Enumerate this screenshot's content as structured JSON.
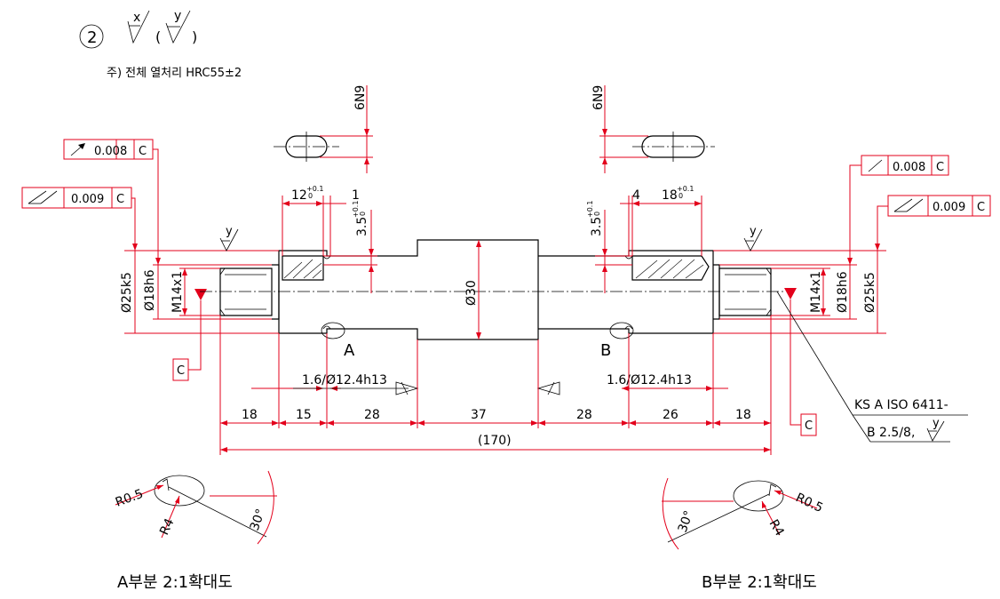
{
  "header": {
    "symbol_number": "2",
    "surface_x": "x",
    "surface_y": "y",
    "paren_open": "(",
    "paren_close": ")",
    "note": "주) 전체 열처리 HRC55±2"
  },
  "keyways": {
    "left_width": "6N9",
    "right_width": "6N9"
  },
  "tolerances": {
    "left_runout": {
      "value": "0.008",
      "datum": "C"
    },
    "left_total_runout": {
      "value": "0.009",
      "datum": "C"
    },
    "right_runout": {
      "value": "0.008",
      "datum": "C"
    },
    "right_total_runout": {
      "value": "0.009",
      "datum": "C"
    },
    "datum_left": "C",
    "datum_right": "C"
  },
  "dims": {
    "left_keyway_len": "12",
    "left_keyway_len_tol": "+0.1",
    "left_keyway_len_tol2": "0",
    "left_keyway_offset": "1",
    "left_keyway_depth": "3.5",
    "left_keyway_depth_tol": "+0.1",
    "left_keyway_depth_tol2": "0",
    "right_keyway_depth": "3.5",
    "right_keyway_depth_tol": "+0.1",
    "right_keyway_depth_tol2": "0",
    "right_keyway_offset": "4",
    "right_keyway_len": "18",
    "right_keyway_len_tol": "+0.1",
    "right_keyway_len_tol2": "0",
    "dia_left_outer": "Ø25k5",
    "dia_left_inner": "Ø18h6",
    "thread_left": "M14x1",
    "dia_center": "Ø30",
    "thread_right": "M14x1",
    "dia_right_inner": "Ø18h6",
    "dia_right_outer": "Ø25k5",
    "groove_left": "1.6/Ø12.4h13",
    "groove_right": "1.6/Ø12.4h13",
    "seg": [
      "18",
      "15",
      "28",
      "37",
      "28",
      "26",
      "18"
    ],
    "total": "(170)"
  },
  "labels": {
    "detail_a": "A",
    "detail_b": "B",
    "surface_y_left": "y",
    "surface_y_right": "y"
  },
  "center_note": {
    "line1": "KS A ISO 6411-",
    "line2": "B 2.5/8,",
    "symbol": "y"
  },
  "details": {
    "a_r1": "R0.5",
    "a_r2": "R4",
    "a_angle": "30°",
    "a_caption": "A부분  2:1확대도",
    "b_r1": "R0.5",
    "b_r2": "R4",
    "b_angle": "30°",
    "b_caption": "B부분  2:1확대도"
  }
}
